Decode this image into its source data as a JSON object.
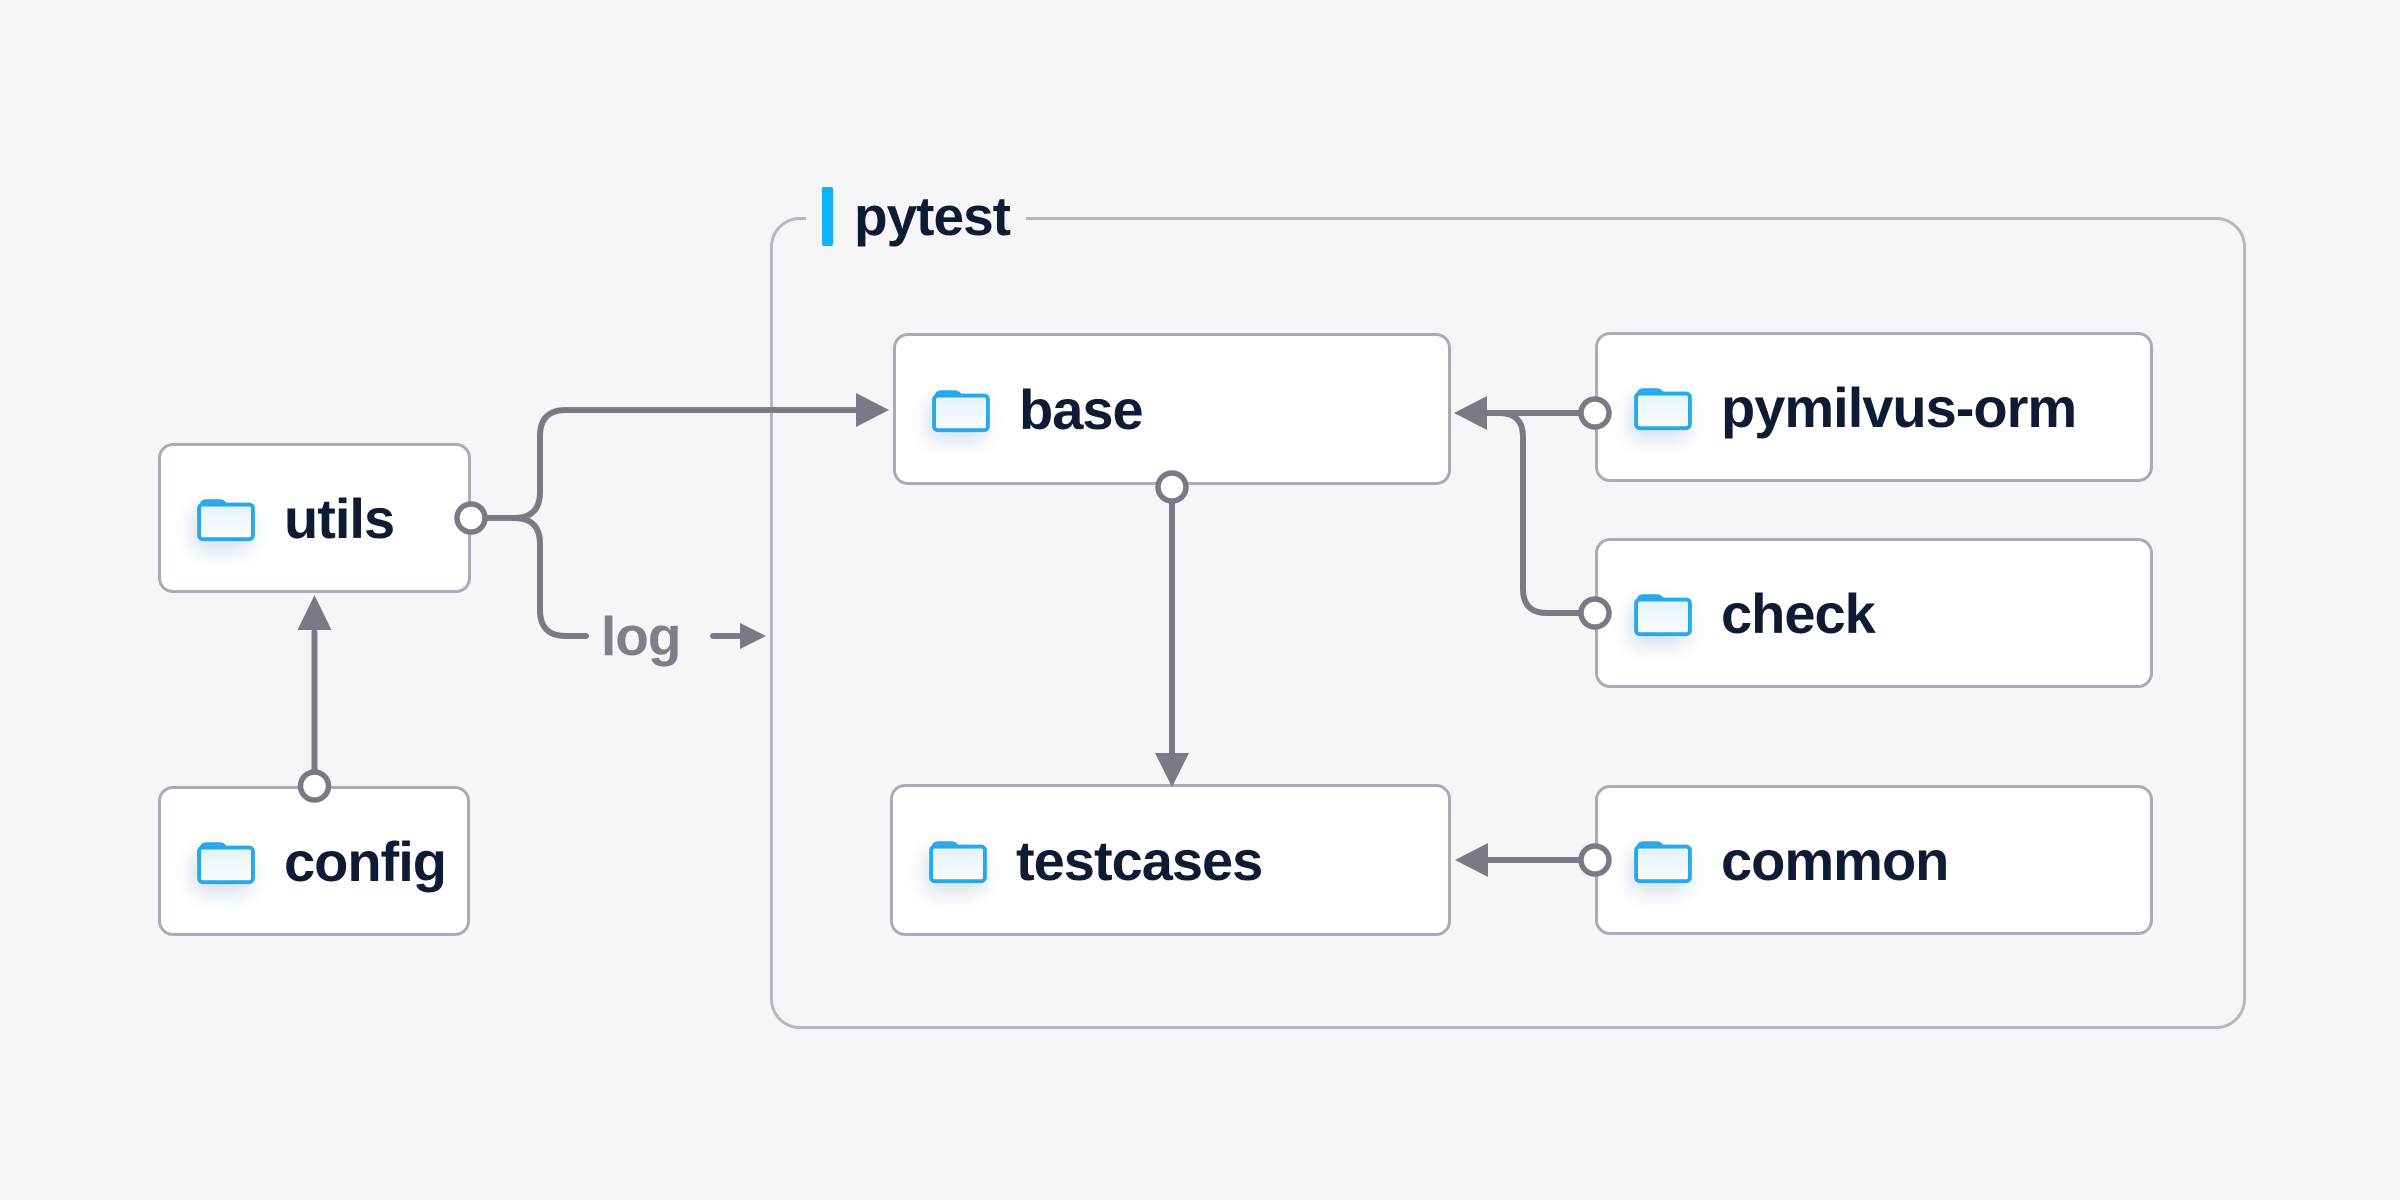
{
  "group": {
    "label": "pytest"
  },
  "nodes": {
    "utils": {
      "label": "utils",
      "icon": "folder-icon"
    },
    "config": {
      "label": "config",
      "icon": "folder-icon"
    },
    "base": {
      "label": "base",
      "icon": "folder-icon"
    },
    "testcases": {
      "label": "testcases",
      "icon": "folder-icon"
    },
    "pymilvus_orm": {
      "label": "pymilvus-orm",
      "icon": "folder-icon"
    },
    "check": {
      "label": "check",
      "icon": "folder-icon"
    },
    "common": {
      "label": "common",
      "icon": "folder-icon"
    }
  },
  "edge_labels": {
    "log": "log"
  },
  "edges": [
    {
      "from": "config",
      "to": "utils"
    },
    {
      "from": "utils",
      "to": "base"
    },
    {
      "from": "utils",
      "to": "log",
      "label": "log"
    },
    {
      "from": "pymilvus-orm",
      "to": "base"
    },
    {
      "from": "check",
      "to": "base"
    },
    {
      "from": "base",
      "to": "testcases"
    },
    {
      "from": "common",
      "to": "testcases"
    }
  ],
  "colors": {
    "background": "#f6f6f8",
    "accent_blue": "#12b1f7",
    "wire_gray": "#797a86",
    "box_border": "#a9abb8",
    "group_border": "#b6b7c3",
    "text_navy": "#0d1b33",
    "edge_label_gray": "#7e7f8a",
    "folder_blue": "#25a9ea"
  }
}
